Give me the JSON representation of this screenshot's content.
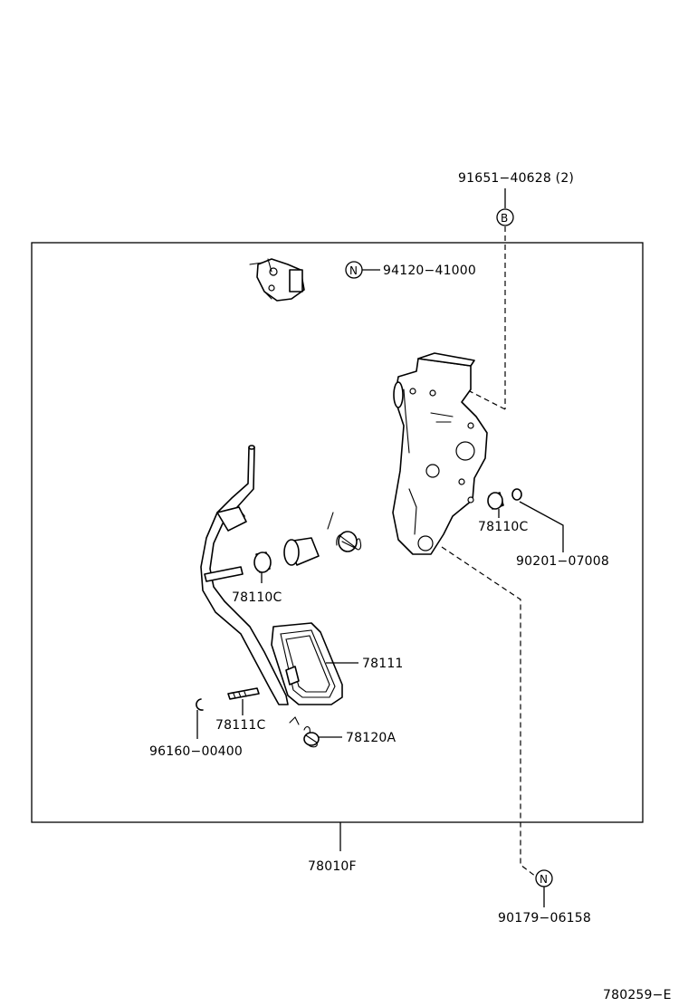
{
  "parts": {
    "p91651": "91651−40628 (2)",
    "p94120": "94120−41000",
    "p78110c_right": "78110C",
    "p90201": "90201−07008",
    "p78110c_left": "78110C",
    "p78111": "78111",
    "p78111c": "78111C",
    "p96160": "96160−00400",
    "p78120a": "78120A",
    "p78010f": "78010F",
    "p90179": "90179−06158"
  },
  "markers": {
    "b": "B",
    "n1": "N",
    "n2": "N"
  },
  "figure_id": "780259−E"
}
